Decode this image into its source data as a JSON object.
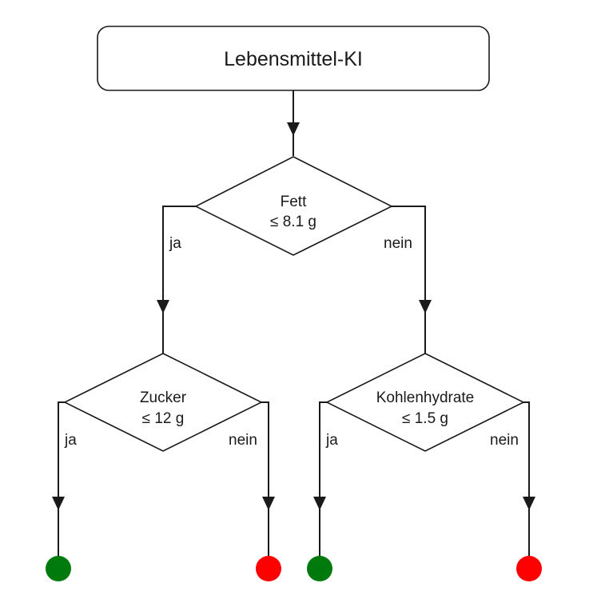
{
  "diagram": {
    "root": {
      "label": "Lebensmittel-KI"
    },
    "decisions": [
      {
        "id": "fett",
        "line1": "Fett",
        "line2": "≤ 8.1 g"
      },
      {
        "id": "zucker",
        "line1": "Zucker",
        "line2": "≤ 12 g"
      },
      {
        "id": "kohlenhydrate",
        "line1": "Kohlenhydrate",
        "line2": "≤ 1.5 g"
      }
    ],
    "edges": {
      "fett_yes": "ja",
      "fett_no": "nein",
      "zucker_yes": "ja",
      "zucker_no": "nein",
      "kohlenhydrate_yes": "ja",
      "kohlenhydrate_no": "nein"
    },
    "leaves": [
      {
        "id": "leaf-zucker-ja",
        "outcome": "green",
        "color": "#007a0d"
      },
      {
        "id": "leaf-zucker-nein",
        "outcome": "red",
        "color": "#ff0000"
      },
      {
        "id": "leaf-kohlenhydrate-ja",
        "outcome": "green",
        "color": "#007a0d"
      },
      {
        "id": "leaf-kohlenhydrate-nein",
        "outcome": "red",
        "color": "#ff0000"
      }
    ]
  }
}
